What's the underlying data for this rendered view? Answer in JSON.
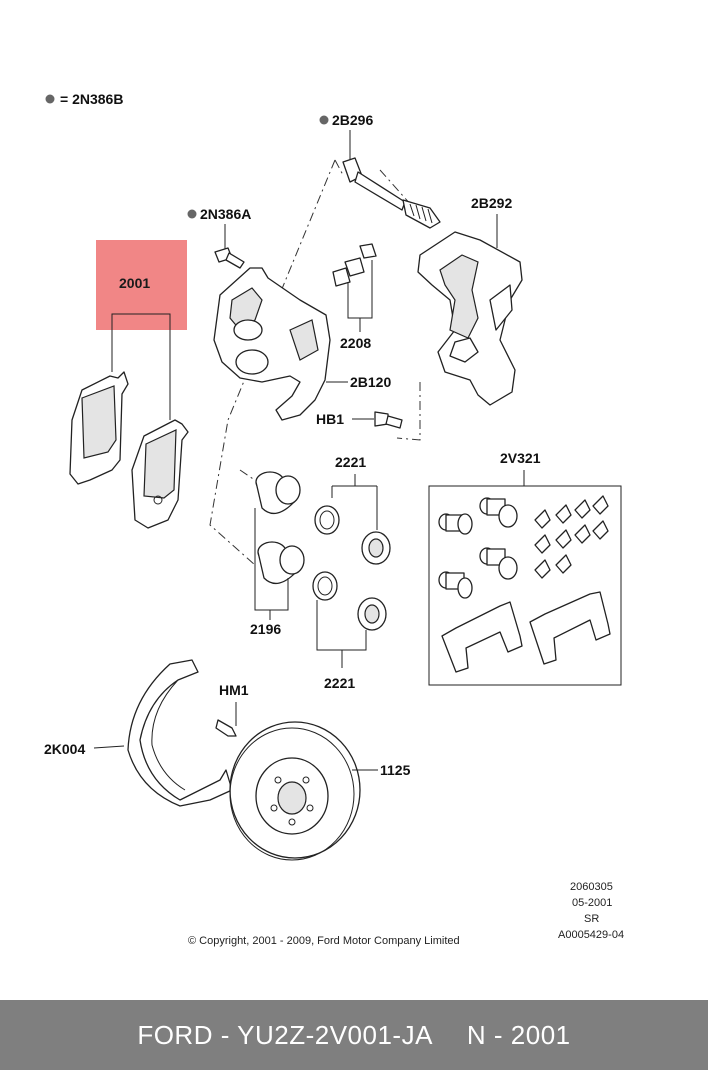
{
  "legend": {
    "bullet_label": "= 2N386B"
  },
  "parts": {
    "p2B296": "2B296",
    "p2N386A": "2N386A",
    "p2B292": "2B292",
    "p2001": "2001",
    "p2208": "2208",
    "p2B120": "2B120",
    "pHB1": "HB1",
    "p2221_top": "2221",
    "p2V321": "2V321",
    "p2196": "2196",
    "p2221_bottom": "2221",
    "pHM1": "HM1",
    "p2K004": "2K004",
    "p1125": "1125"
  },
  "info": {
    "line1": "2060305",
    "line2": "05-2001",
    "line3": "SR",
    "line4": "A0005429-04"
  },
  "copyright": "© Copyright, 2001 - 2009, Ford Motor Company Limited",
  "footer": {
    "part_number": "FORD - YU2Z-2V001-JA",
    "reference": "N - 2001"
  },
  "colors": {
    "highlight": "#f08080",
    "footer_bg": "#7f7f7f"
  }
}
